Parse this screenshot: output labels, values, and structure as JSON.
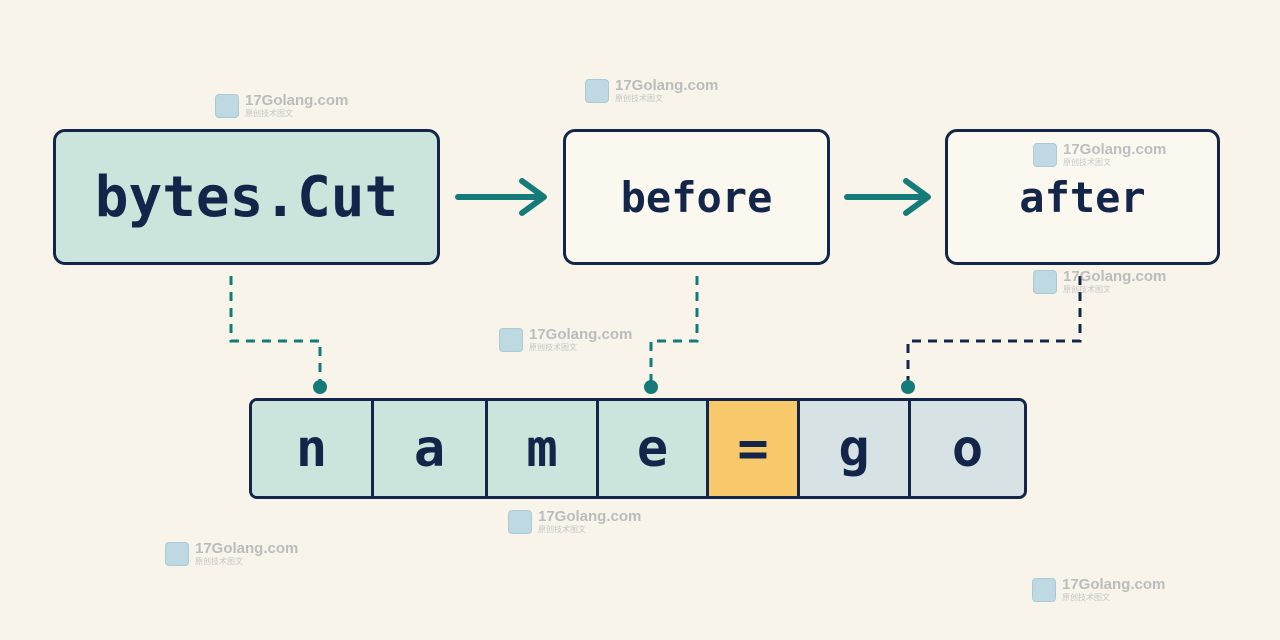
{
  "function_box": {
    "label": "bytes.Cut"
  },
  "before_box": {
    "label": "before"
  },
  "after_box": {
    "label": "after"
  },
  "bytes": [
    {
      "char": "n",
      "role": "before",
      "color": "#cce5dc"
    },
    {
      "char": "a",
      "role": "before",
      "color": "#cce5dc"
    },
    {
      "char": "m",
      "role": "before",
      "color": "#cce5dc"
    },
    {
      "char": "e",
      "role": "before",
      "color": "#cce5dc"
    },
    {
      "char": "=",
      "role": "separator",
      "color": "#f7c96b"
    },
    {
      "char": "g",
      "role": "after",
      "color": "#d6e2e4"
    },
    {
      "char": "o",
      "role": "after",
      "color": "#d6e2e4"
    }
  ],
  "colors": {
    "ink": "#14254a",
    "teal": "#157a7a",
    "function_fill": "#cce5dc",
    "separator_fill": "#f7c96b",
    "after_fill": "#d6e2e4"
  },
  "watermark": {
    "title": "17Golang.com",
    "subtitle": "原创技术图文",
    "logo_icon": "site-logo-icon"
  }
}
